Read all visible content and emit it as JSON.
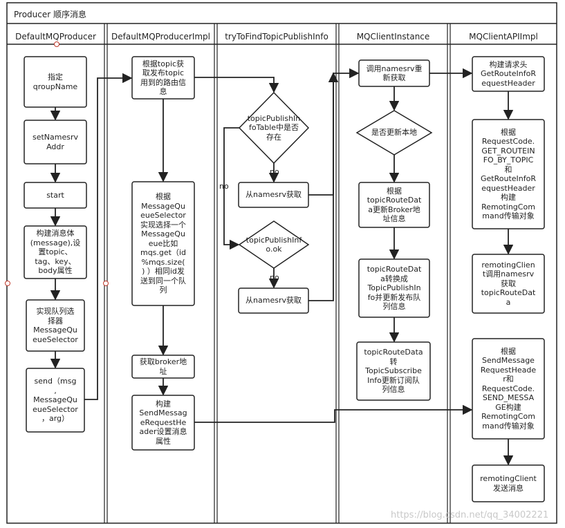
{
  "title": "Producer 顺序消息",
  "lanes": [
    "DefaultMQProducer",
    "DefaultMQProducerImpl",
    "tryToFindTopicPublishInfo",
    "MQClientInstance",
    "MQClientAPIImpl"
  ],
  "nodes": {
    "set_group": "指定\nqroupName",
    "set_namesrv": "setNamesrv\nAddr",
    "start": "start",
    "build_msg": "构建消息体\n(message),设\n置topic、\ntag、key、\nbody属性",
    "selector_impl": "实现队列选\n择器\nMessageQu\neueSelector",
    "send": "send（msg\n,\nMessageQu\neueSelector\n，arg）",
    "get_route": "根据topic获\n取发布topic\n用到的路由信\n息",
    "select_queue": "根据\nMessageQu\neueSelector\n实现选择一个\nMessageQu\neue比如\nmqs.get（id\n%mqs.size(\n) ）相同id发\n送到同一个队\n列",
    "get_broker": "获取broker地\n址",
    "build_header": "构建\nSendMessag\neRequestHe\nader设置消息\n属性",
    "table_exists": "topicPublishIn\nfoTable中是否\n存在",
    "fetch_ns_1": "从namesrv获取",
    "info_ok": "topicPublishInf\no.ok",
    "fetch_ns_2": "从namesrv获取",
    "call_ns": "调用namesrv重\n新获取",
    "need_update": "是否更新本地",
    "update_broker": "根据\ntopicRouteDat\na更新Broker地\n址信息",
    "to_publish_info": "topicRouteDat\na转换成\nTopicPublishIn\nfo并更新发布队\n列信息",
    "to_subscribe_info": "topicRouteData\n转\nTopicSubscribe\nInfo更新订阅队\n列信息",
    "build_req_header": "构建请求头\nGetRouteInfoR\nequestHeader",
    "build_cmd": "根据\nRequestCode.\nGET_ROUTEIN\nFO_BY_TOPIC\n和\nGetRouteInfoR\nequestHeader\n构建\nRemotingCom\nmand传输对象",
    "remoting_get": "remotingClien\nt调用namesrv\n获取\ntopicRouteDat\na",
    "build_send_cmd": "根据\nSendMessage\nRequestHeade\nr和\nRequestCode.\nSEND_MESSA\nGE构建\nRemotingCom\nmand传输对象",
    "remoting_send": "remotingClient\n发送消息"
  },
  "labels": {
    "no_1": "no",
    "no_2": "no",
    "no_3": "no"
  },
  "watermark": "https://blog.csdn.net/qq_34002221"
}
